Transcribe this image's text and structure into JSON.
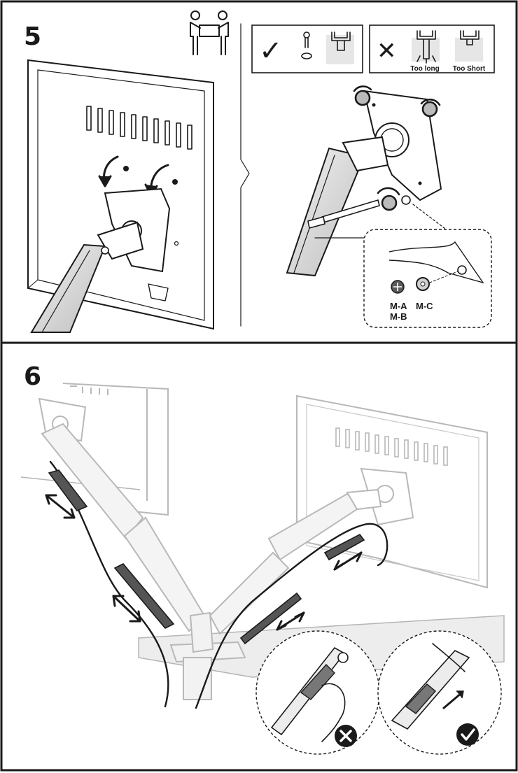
{
  "steps": [
    {
      "number": "5",
      "check_symbol": "✓",
      "cross_symbol": "✕",
      "labels": {
        "too_long": "Too long",
        "too_short": "Too Short"
      },
      "hardware": [
        "M-A",
        "M-B",
        "M-C"
      ]
    },
    {
      "number": "6"
    }
  ],
  "icons": {
    "two_person": "two-person-lift-icon",
    "wrong": "cross-circle-icon",
    "right": "check-circle-icon"
  },
  "colors": {
    "ink": "#1a1a1a",
    "gray": "#b8b8b8",
    "light": "#e6e6e6"
  }
}
